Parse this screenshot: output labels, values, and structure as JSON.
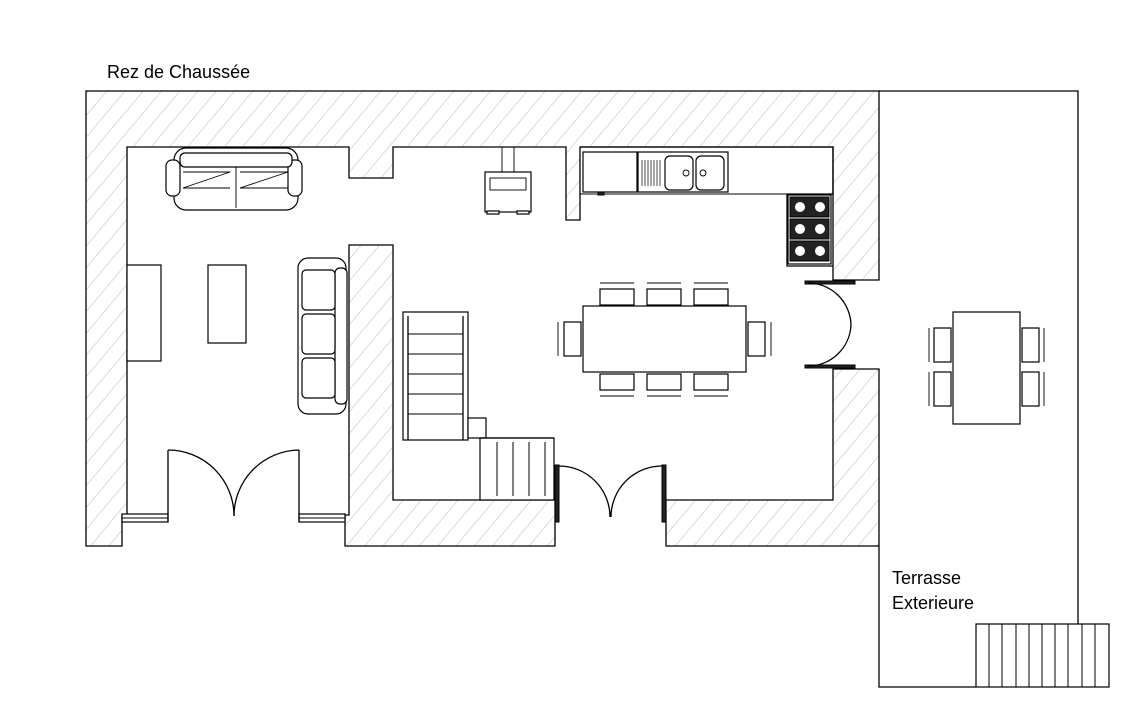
{
  "plan": {
    "title": "Rez de Chaussée",
    "terrace_label_line1": "Terrasse",
    "terrace_label_line2": "Exterieure",
    "colors": {
      "wall_hatch": "#a8a8a8",
      "line": "#000000",
      "background": "#ffffff"
    }
  }
}
